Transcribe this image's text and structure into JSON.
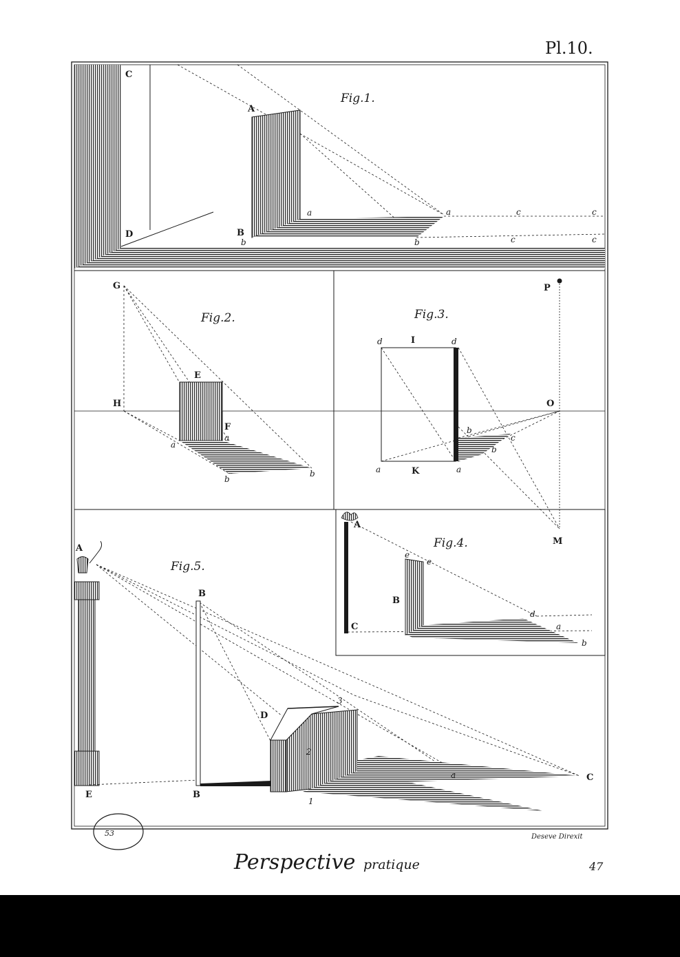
{
  "plate": {
    "number": "Pl.10.",
    "title_main": "Perspective",
    "title_sub": "pratique",
    "page_number": "47",
    "engraver": "Deseve Direxit",
    "stamp": "53"
  },
  "figures": {
    "fig1": {
      "title": "Fig.1.",
      "labels": {
        "A": "A",
        "B": "B",
        "C": "C",
        "D": "D",
        "a": "a",
        "b": "b",
        "c": "c"
      }
    },
    "fig2": {
      "title": "Fig.2.",
      "labels": {
        "G": "G",
        "H": "H",
        "E": "E",
        "F": "F",
        "a": "a",
        "b": "b"
      }
    },
    "fig3": {
      "title": "Fig.3.",
      "labels": {
        "P": "P",
        "O": "O",
        "M": "M",
        "I": "I",
        "K": "K",
        "d": "d",
        "a": "a",
        "b": "b",
        "c": "c"
      }
    },
    "fig4": {
      "title": "Fig.4.",
      "labels": {
        "A": "A",
        "B": "B",
        "C": "C",
        "e": "e",
        "d": "d",
        "a": "a",
        "b": "b"
      }
    },
    "fig5": {
      "title": "Fig.5.",
      "labels": {
        "A": "A",
        "B": "B",
        "C": "C",
        "D": "D",
        "E": "E",
        "a": "a",
        "n1": "1",
        "n2": "2",
        "n3": "3"
      }
    }
  },
  "colors": {
    "ink": "#1a1a1a",
    "paper": "#ffffff",
    "fill_dark": "#2a2a2a"
  }
}
